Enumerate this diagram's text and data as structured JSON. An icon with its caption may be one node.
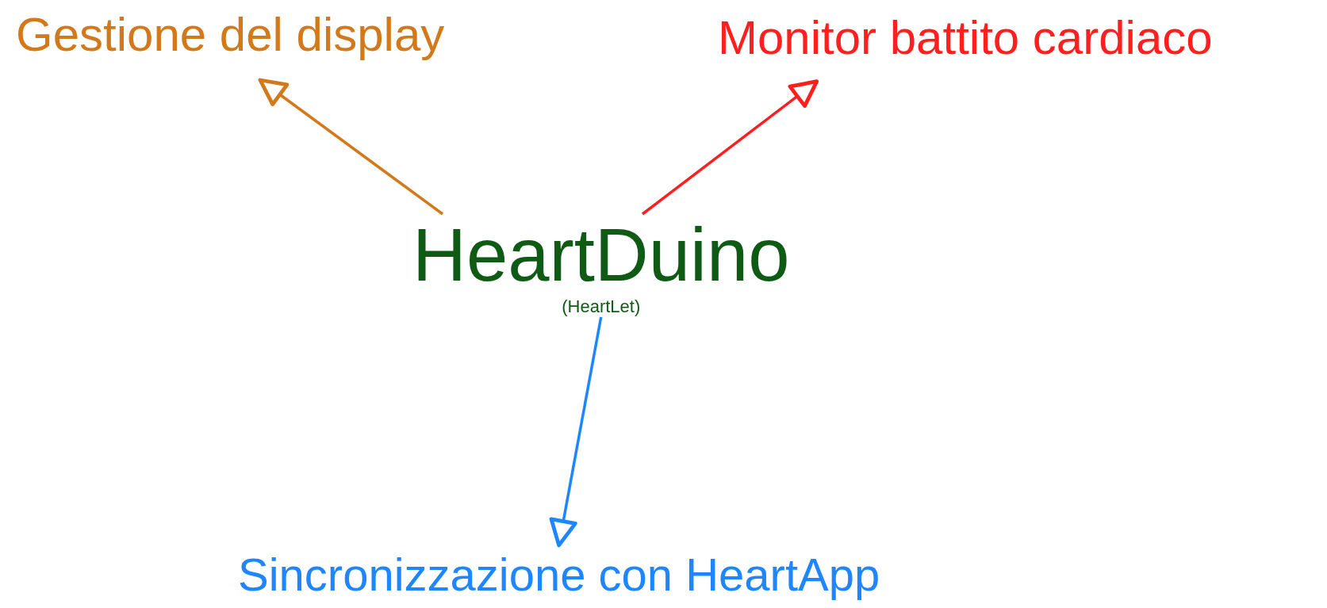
{
  "diagram": {
    "nodes": [
      {
        "text": [
          "Gestione del display"
        ]
      },
      {
        "text": [
          "Monitor battito cardiaco"
        ]
      },
      {
        "text": [
          "HeartDuino",
          "(HeartLet)"
        ]
      },
      {
        "text": [
          "Sincronizzazione con HeartApp"
        ]
      }
    ],
    "edges": [
      {
        "from": 2,
        "to": 0,
        "arrow": "to",
        "color": "#d2791c"
      },
      {
        "from": 2,
        "to": 1,
        "arrow": "to",
        "color": "#ff1f1f"
      },
      {
        "from": 2,
        "to": 3,
        "arrow": "to",
        "color": "#1e86ff"
      }
    ]
  }
}
